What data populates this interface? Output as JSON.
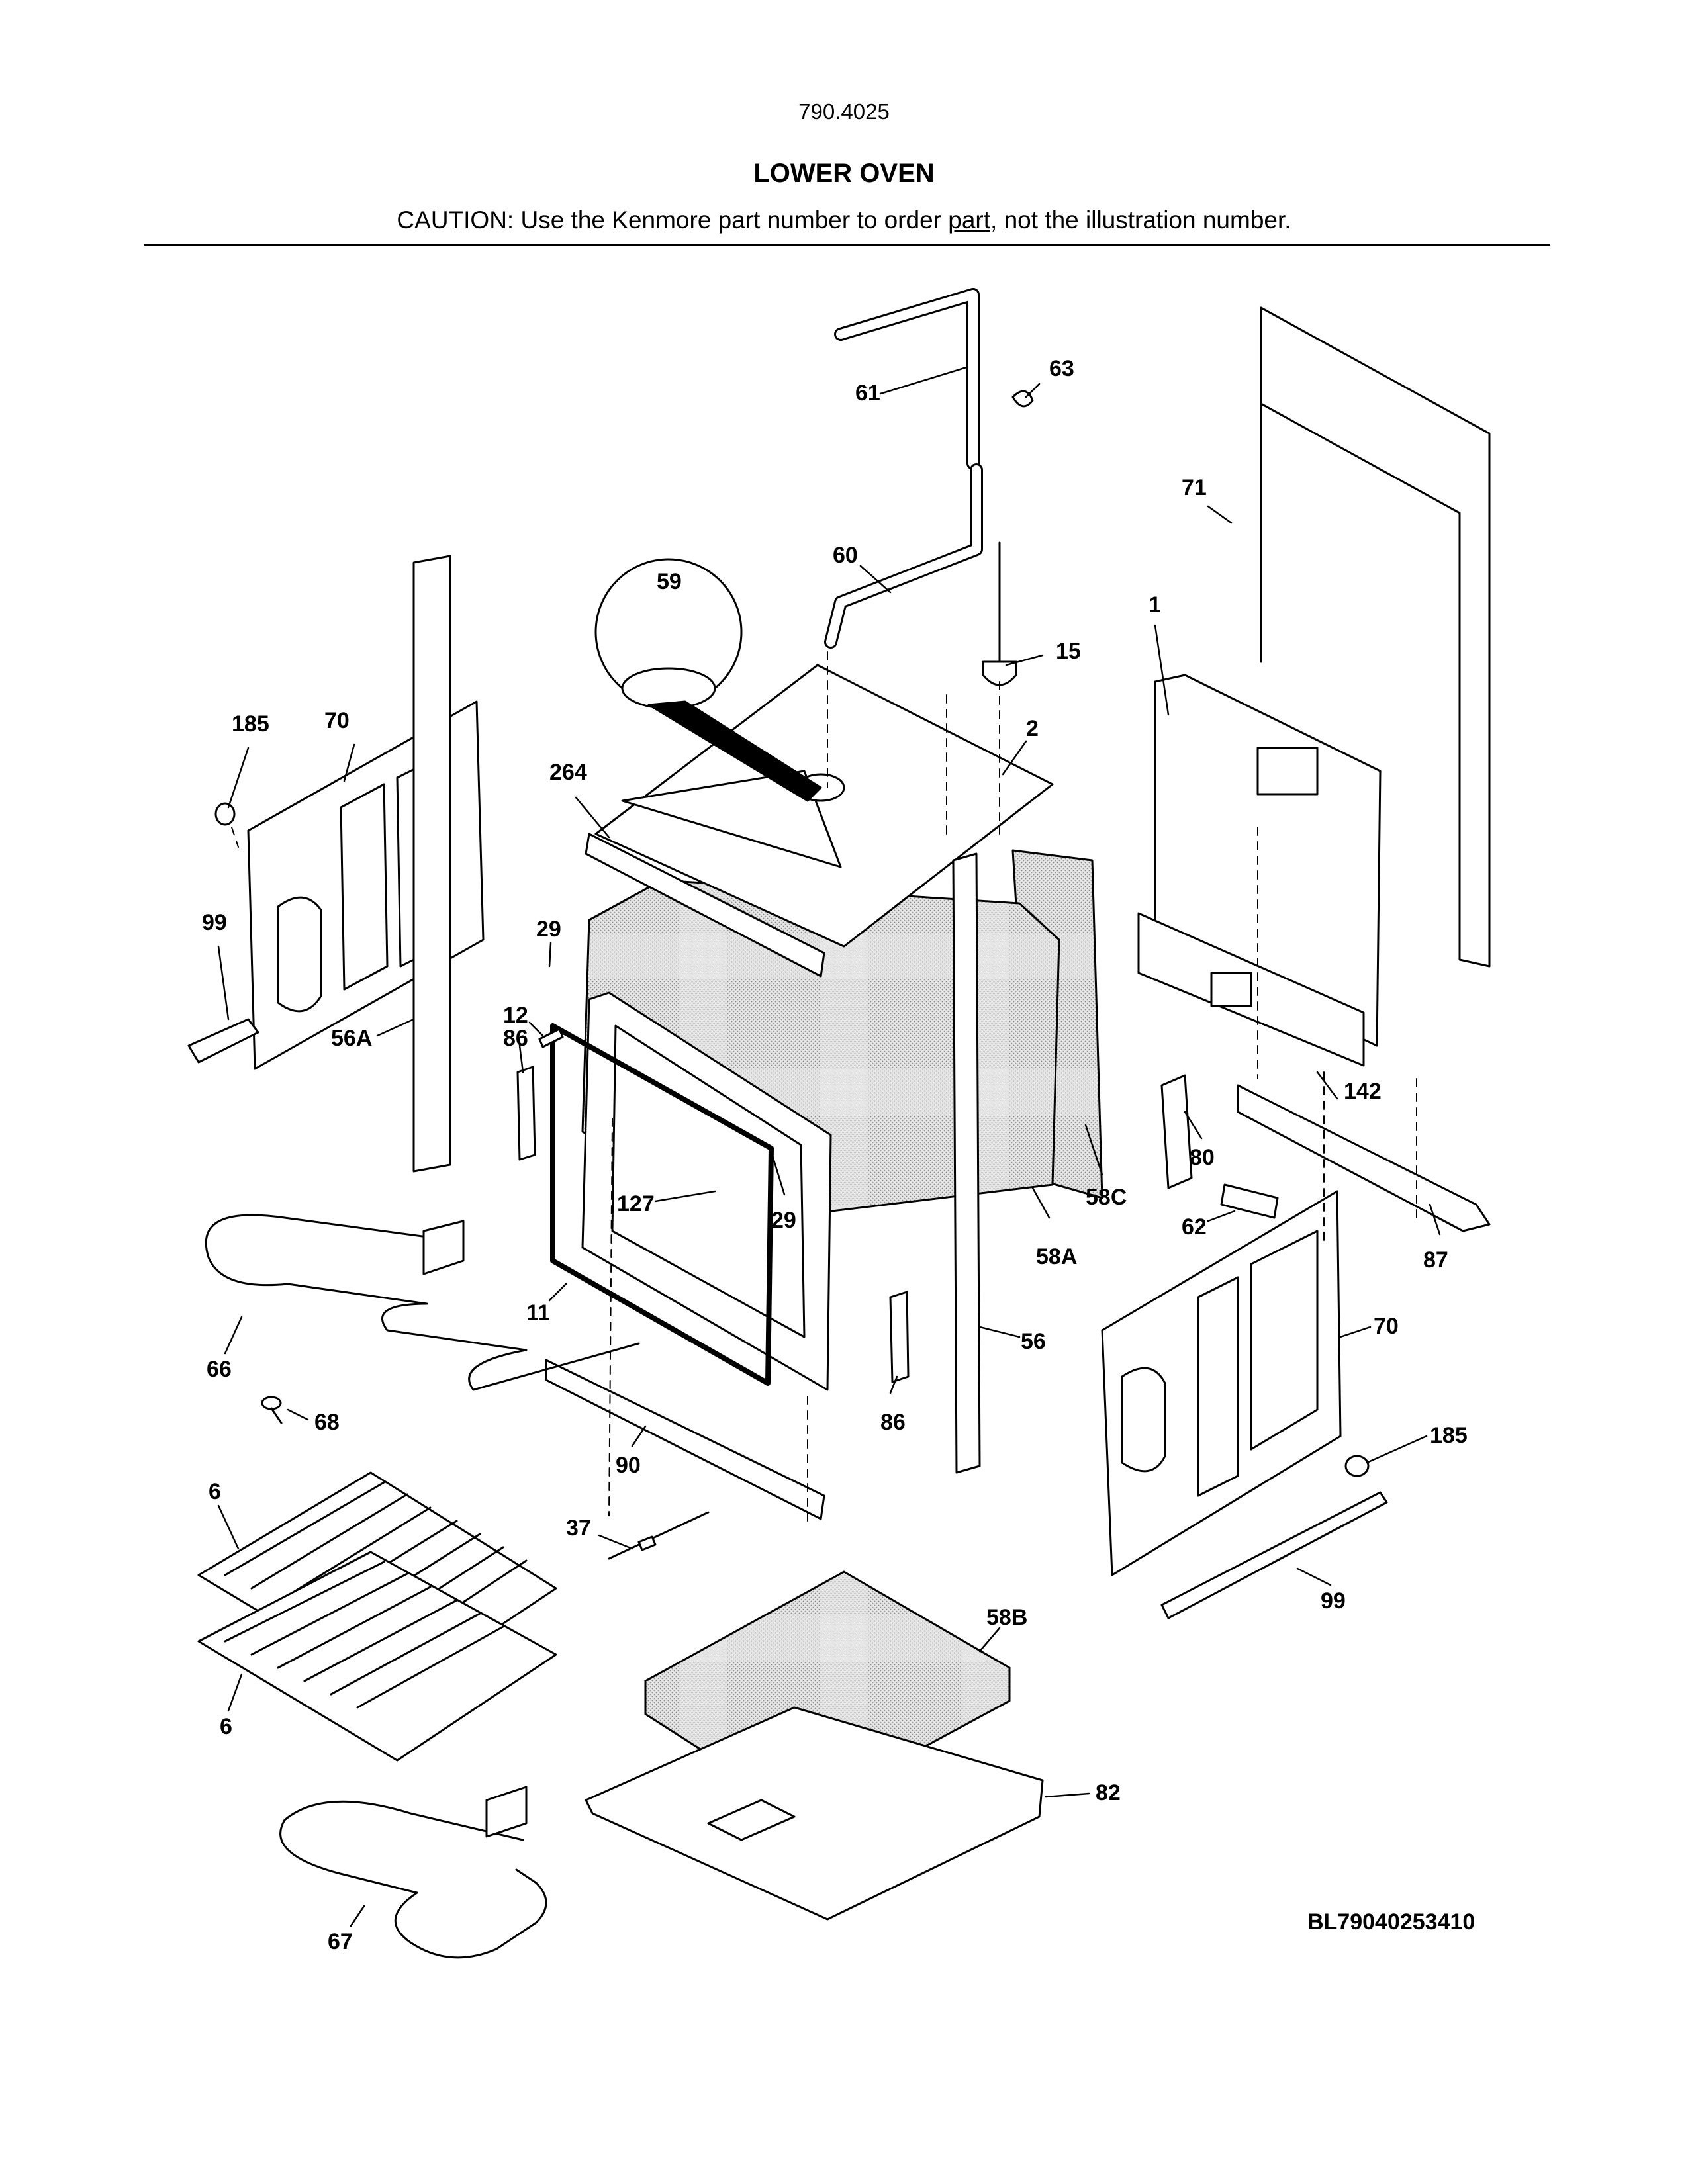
{
  "header": {
    "model_number": "790.4025",
    "title": "LOWER OVEN",
    "caution_before": "CAUTION: Use the Kenmore part number to order ",
    "caution_underlined": "part",
    "caution_after": ", not the illustration number."
  },
  "diagram_id": "BL79040253410",
  "callouts": [
    "61",
    "63",
    "71",
    "60",
    "59",
    "1",
    "15",
    "185",
    "70",
    "2",
    "264",
    "99",
    "29",
    "12",
    "56A",
    "86",
    "142",
    "80",
    "127",
    "29",
    "58C",
    "62",
    "87",
    "58A",
    "11",
    "66",
    "56",
    "70",
    "68",
    "86",
    "185",
    "90",
    "6",
    "37",
    "99",
    "58B",
    "6",
    "82",
    "67"
  ],
  "colors": {
    "line": "#000000",
    "insulation": "#d2d2d2",
    "panel": "#ffffff"
  }
}
